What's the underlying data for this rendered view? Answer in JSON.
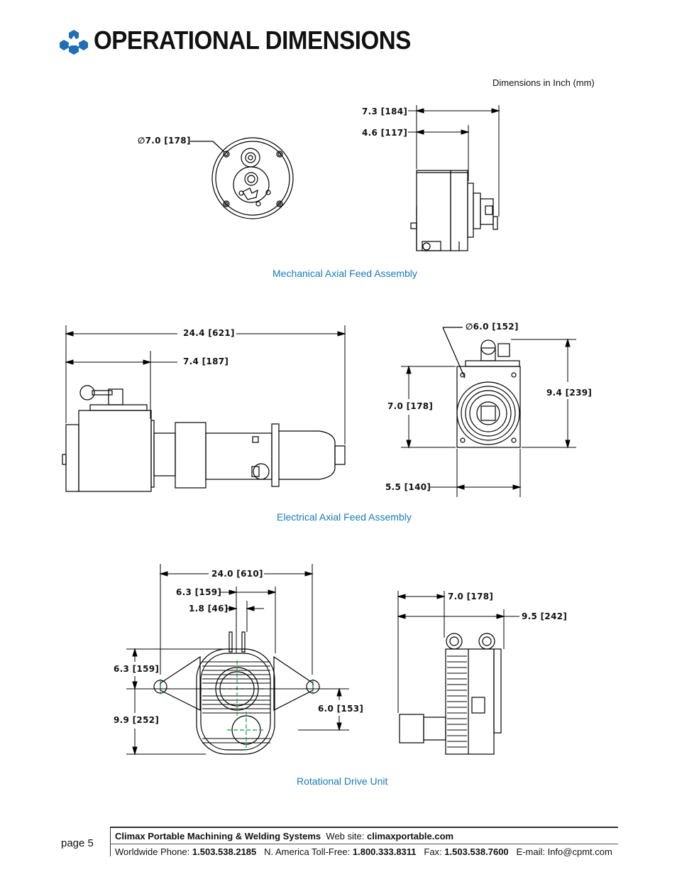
{
  "header": {
    "title": "OPERATIONAL DIMENSIONS",
    "units_note": "Dimensions in Inch (mm)"
  },
  "mechanical": {
    "caption": "Mechanical Axial Feed Assembly",
    "dia": "∅7.0 [178]",
    "len_a": "7.3 [184]",
    "len_b": "4.6 [117]"
  },
  "electrical": {
    "caption": "Electrical Axial Feed Assembly",
    "overall": "24.4 [621]",
    "partial": "7.4 [187]",
    "dia": "∅6.0 [152]",
    "height_a": "7.0 [178]",
    "height_b": "9.4 [239]",
    "width": "5.5 [140]"
  },
  "rotational": {
    "caption": "Rotational Drive Unit",
    "overall": "24.0 [610]",
    "offset_a": "6.3 [159]",
    "offset_b": "1.8 [46]",
    "vert_a": "6.3 [159]",
    "vert_b": "9.9 [252]",
    "vert_c": "6.0 [153]",
    "side_a": "7.0 [178]",
    "side_b": "9.5 [242]"
  },
  "footer": {
    "page": "page 5",
    "company": "Climax Portable Machining & Welding Systems",
    "web_label": "Web site:",
    "web": "climaxportable.com",
    "phone_label": "Worldwide Phone:",
    "phone": "1.503.538.2185",
    "tollfree_label": "N. America Toll-Free:",
    "tollfree": "1.800.333.8311",
    "fax_label": "Fax:",
    "fax": "1.503.538.7600",
    "email_label": "E-mail:",
    "email": "Info@cpmt.com"
  }
}
